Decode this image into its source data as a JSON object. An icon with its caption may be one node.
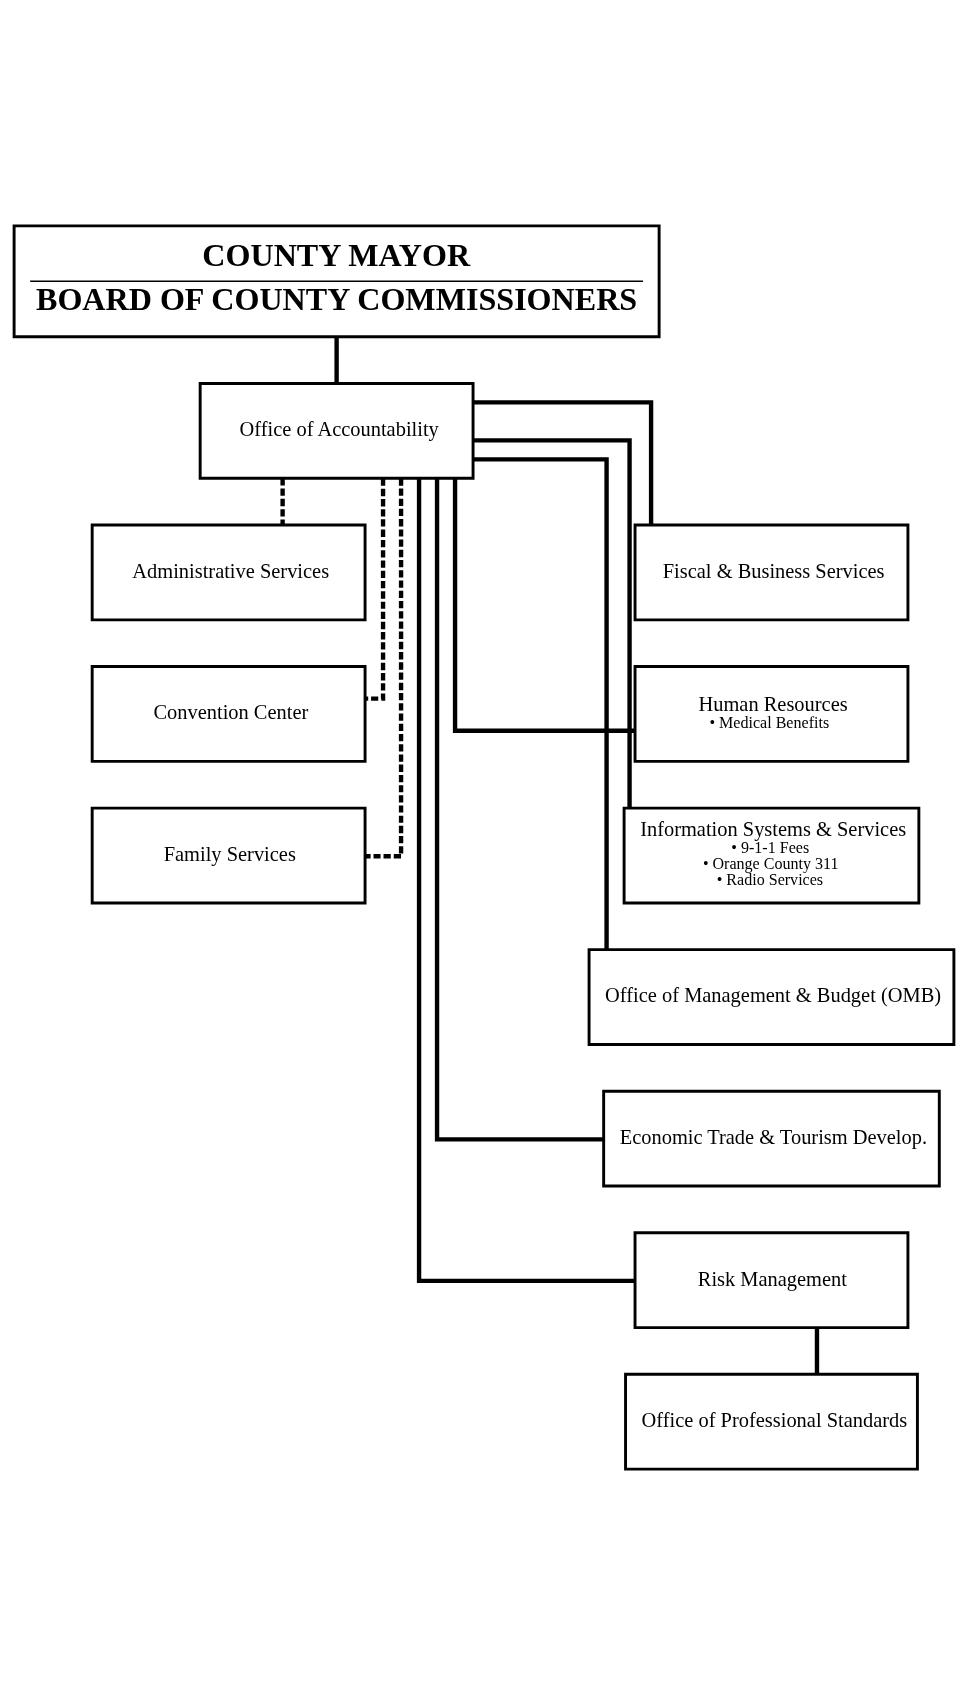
{
  "diagram": {
    "nodes": [
      {
        "text": [
          "COUNTY MAYOR",
          "BOARD OF COUNTY COMMISSIONERS"
        ]
      },
      {
        "text": [
          "Office of Accountability"
        ]
      },
      {
        "text": [
          "Administrative Services"
        ]
      },
      {
        "text": [
          "Convention Center"
        ]
      },
      {
        "text": [
          "Family Services"
        ]
      },
      {
        "text": [
          "Fiscal & Business Services"
        ]
      },
      {
        "text": [
          "Human Resources",
          "• Medical Benefits"
        ]
      },
      {
        "text": [
          "Information Systems & Services",
          "• 9-1-1 Fees",
          "• Orange County 311",
          "• Radio Services"
        ]
      },
      {
        "text": [
          "Office of Management & Budget (OMB)"
        ]
      },
      {
        "text": [
          "Economic Trade & Tourism Develop."
        ]
      },
      {
        "text": [
          "Risk Management"
        ]
      },
      {
        "text": [
          "Office of Professional Standards"
        ]
      }
    ],
    "edges": [
      {
        "from": 0,
        "to": 1,
        "arrow": "none"
      },
      {
        "from": 1,
        "to": 2,
        "arrow": "none",
        "style": "dashed"
      },
      {
        "from": 1,
        "to": 3,
        "arrow": "none",
        "style": "dashed"
      },
      {
        "from": 1,
        "to": 4,
        "arrow": "none",
        "style": "dashed"
      },
      {
        "from": 1,
        "to": 5,
        "arrow": "none"
      },
      {
        "from": 1,
        "to": 6,
        "arrow": "none"
      },
      {
        "from": 1,
        "to": 7,
        "arrow": "none"
      },
      {
        "from": 1,
        "to": 8,
        "arrow": "none"
      },
      {
        "from": 1,
        "to": 9,
        "arrow": "none"
      },
      {
        "from": 1,
        "to": 10,
        "arrow": "none"
      },
      {
        "from": 10,
        "to": 11,
        "arrow": "none"
      }
    ]
  }
}
